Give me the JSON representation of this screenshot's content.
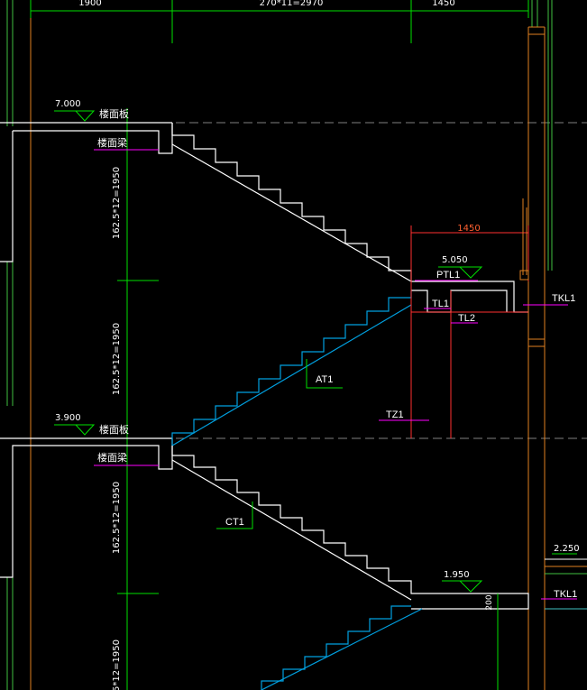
{
  "dimensions_top": {
    "left": "1900",
    "middle": "270*11=2970",
    "right": "1450"
  },
  "levels": {
    "l7000": "7.000",
    "l5050": "5.050",
    "l3900": "3.900",
    "l2250": "2.250",
    "l1950": "1.950"
  },
  "labels": {
    "slab_upper": "楼面板",
    "beam_upper": "楼面梁",
    "slab_lower": "楼面板",
    "beam_lower": "楼面梁",
    "ptl1": "PTL1",
    "tl1": "TL1",
    "tl2": "TL2",
    "tkl1_upper": "TKL1",
    "tkl1_lower": "TKL1",
    "at1": "AT1",
    "ct1": "CT1",
    "tz1": "TZ1"
  },
  "dim_red": "1450",
  "dim_200": "200",
  "vertical_dims": {
    "upper": "162.5*12=1950",
    "middle": "162.5*12=1950",
    "lower": "162.5*12=1950",
    "bottom": "5*12=1950"
  },
  "colors": {
    "background": "#000000",
    "stair_white": "#ffffff",
    "stair_blue": "#00a0e0",
    "dimension_green": "#00e000",
    "label_magenta": "#ff00ff",
    "dim_red": "#ff3030",
    "wall_green": "#40c040",
    "wall_orange": "#e08020",
    "wall_cyan": "#40c0c0",
    "gray_dashed": "#808080"
  }
}
